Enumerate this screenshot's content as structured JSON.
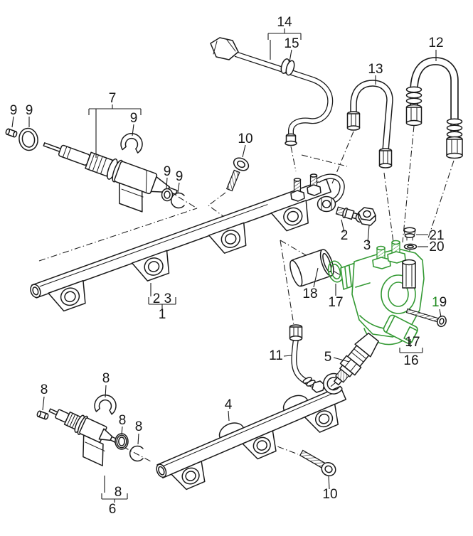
{
  "diagram": {
    "title": "exploded-parts-diagram",
    "colors": {
      "ink": "#1a1a1a",
      "highlight_green": "#339933",
      "label_green": "#1e8a1e",
      "background": "#ffffff"
    },
    "callouts": [
      {
        "name": "callout-1",
        "text": "1"
      },
      {
        "name": "callout-2-3-group",
        "text": "2 3"
      },
      {
        "name": "callout-2",
        "text": "2"
      },
      {
        "name": "callout-3",
        "text": "3"
      },
      {
        "name": "callout-4",
        "text": "4"
      },
      {
        "name": "callout-5",
        "text": "5"
      },
      {
        "name": "callout-6",
        "text": "6"
      },
      {
        "name": "callout-7",
        "text": "7"
      },
      {
        "name": "callout-8-spacer",
        "text": "8"
      },
      {
        "name": "callout-8-clip",
        "text": "8"
      },
      {
        "name": "callout-8-seal",
        "text": "8"
      },
      {
        "name": "callout-8-snap-ring",
        "text": "8"
      },
      {
        "name": "callout-8-group",
        "text": "8"
      },
      {
        "name": "callout-9-spacer",
        "text": "9"
      },
      {
        "name": "callout-9-oring",
        "text": "9"
      },
      {
        "name": "callout-9-clip",
        "text": "9"
      },
      {
        "name": "callout-9-seal",
        "text": "9"
      },
      {
        "name": "callout-9-snap-ring",
        "text": "9"
      },
      {
        "name": "callout-10-top",
        "text": "10"
      },
      {
        "name": "callout-10-bottom",
        "text": "10"
      },
      {
        "name": "callout-11",
        "text": "11"
      },
      {
        "name": "callout-12",
        "text": "12"
      },
      {
        "name": "callout-13",
        "text": "13"
      },
      {
        "name": "callout-14",
        "text": "14"
      },
      {
        "name": "callout-15",
        "text": "15"
      },
      {
        "name": "callout-16",
        "text": "16"
      },
      {
        "name": "callout-17-oring",
        "text": "17"
      },
      {
        "name": "callout-17-group",
        "text": "17"
      },
      {
        "name": "callout-18",
        "text": "18"
      },
      {
        "name": "callout-19",
        "text": "19",
        "first_digit": "1",
        "second_digit": "9",
        "first_digit_color": "#1e8a1e"
      },
      {
        "name": "callout-20",
        "text": "20"
      },
      {
        "name": "callout-21",
        "text": "21"
      }
    ]
  }
}
